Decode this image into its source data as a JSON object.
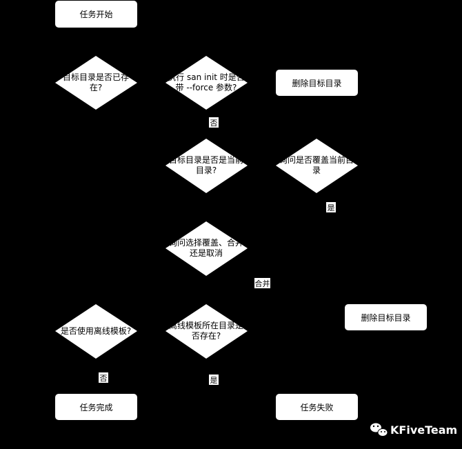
{
  "nodes": {
    "start": "任务开始",
    "target_exists": [
      "目标目录是否已存",
      "在?"
    ],
    "force_flag": [
      "执行 san init 时是否",
      "带 --force 参数?"
    ],
    "delete_dir_1": "删除目标目录",
    "is_current_dir": [
      "目标目录是否是当前",
      "目录?"
    ],
    "ask_overwrite_current": [
      "询问是否覆盖当前目",
      "录"
    ],
    "ask_choice": [
      "询问选择覆盖、合并",
      "还是取消"
    ],
    "use_offline": "是否使用离线模板?",
    "offline_exists": [
      "离线模板所在目录是",
      "否存在?"
    ],
    "delete_dir_2": "删除目标目录",
    "done": "任务完成",
    "fail": "任务失败"
  },
  "edge_labels": {
    "no_1": "否",
    "yes_1": "是",
    "merge": "合并",
    "no_2": "否",
    "yes_2": "是"
  },
  "watermark": {
    "text": "KFiveTeam",
    "icon": "wechat-icon"
  },
  "colors": {
    "background": "#000000",
    "node_fill": "#ffffff",
    "text": "#000000",
    "label_bg": "#ffffff"
  }
}
